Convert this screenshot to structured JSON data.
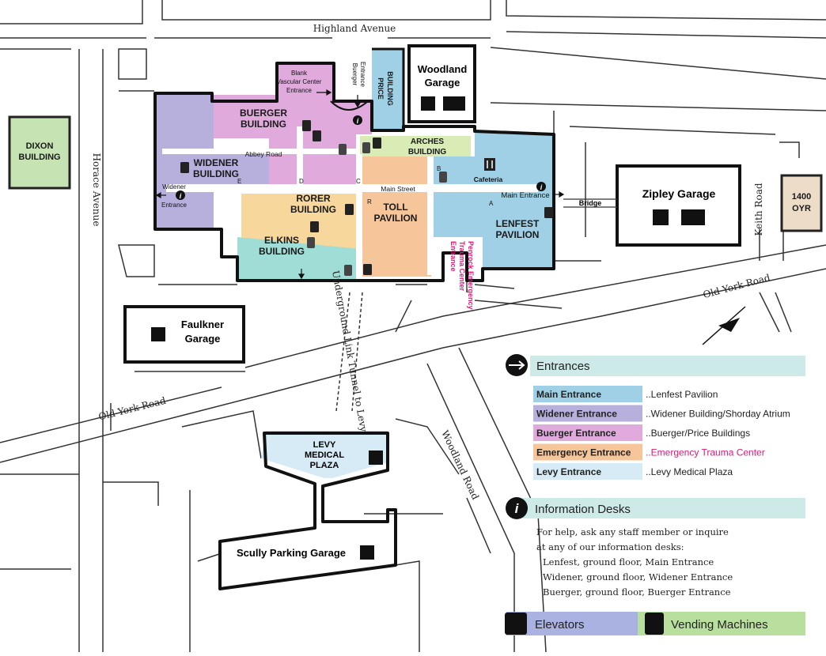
{
  "colors": {
    "lenfest": "#9fd0e6",
    "widener": "#b7b0dd",
    "buerger": "#e0abdc",
    "emergency": "#f6c59a",
    "levy": "#d6ebf5",
    "rorer": "#f7d79b",
    "elkins": "#9fddd6",
    "arches": "#d9ecb6",
    "dixon": "#c6e3b3",
    "oyr": "#ecdcc8",
    "title_band": "#cdeae8",
    "elevators_band": "#a9b2e0",
    "vending_band": "#b9df9e",
    "emergency_text": "#e0187a"
  },
  "streets": {
    "highland": "Highland Avenue",
    "horace": "Horace Avenue",
    "keith": "Keith Road",
    "old_york_upper": "Old York Road",
    "old_york_lower": "Old York Road",
    "woodland": "Woodland Road",
    "link": "Underground Link Tunnel to Levy",
    "main_street": "Main Street",
    "abbey_road": "Abbey Road",
    "bridge": "Bridge"
  },
  "buildings": {
    "dixon": "DIXON BUILDING",
    "buerger": "BUERGER BUILDING",
    "widener": "WIDENER BUILDING",
    "rorer": "RORER BUILDING",
    "elkins": "ELKINS BUILDING",
    "toll": "TOLL PAVILION",
    "lenfest": "LENFEST PAVILION",
    "arches": "ARCHES BUILDING",
    "price": "PRICE BUILDING",
    "oyr": "1400 OYR",
    "levy": "LEVY MEDICAL PLAZA"
  },
  "garages": {
    "woodland": "Woodland Garage",
    "zipley": "Zipley Garage",
    "faulkner": "Faulkner Garage",
    "scully": "Scully Parking Garage"
  },
  "entrance_labels": {
    "blank": "Blank Vascular Center Entrance",
    "buerger": "Buerger Entrance",
    "widener": "Widener Entrance",
    "main": "Main Entrance",
    "emergency": "Penrock Emergency Trauma Center Entrance",
    "cafeteria": "Cafeteria"
  },
  "letters": [
    "A",
    "B",
    "C",
    "D",
    "E",
    "R"
  ],
  "legend": {
    "entrances_title": "Entrances",
    "entrances": [
      {
        "name": "Main Entrance",
        "desc": "..Lenfest Pavilion",
        "color": "#9fd0e6",
        "emergency": false
      },
      {
        "name": "Widener Entrance",
        "desc": "..Widener Building/Shorday Atrium",
        "color": "#b7b0dd",
        "emergency": false
      },
      {
        "name": "Buerger Entrance",
        "desc": "..Buerger/Price Buildings",
        "color": "#e0abdc",
        "emergency": false
      },
      {
        "name": "Emergency Entrance",
        "desc": "..Emergency Trauma Center",
        "color": "#f6c59a",
        "emergency": true
      },
      {
        "name": "Levy Entrance",
        "desc": "..Levy Medical Plaza",
        "color": "#d6ebf5",
        "emergency": false
      }
    ],
    "info_title": "Information Desks",
    "info_icon": "info-icon",
    "info_lines": [
      "For help, ask any staff member or inquire",
      "at any of our information desks:",
      "Lenfest, ground floor, Main Entrance",
      "Widener, ground floor, Widener Entrance",
      "Buerger, ground floor, Buerger Entrance"
    ],
    "elevators": "Elevators",
    "vending": "Vending Machines"
  }
}
